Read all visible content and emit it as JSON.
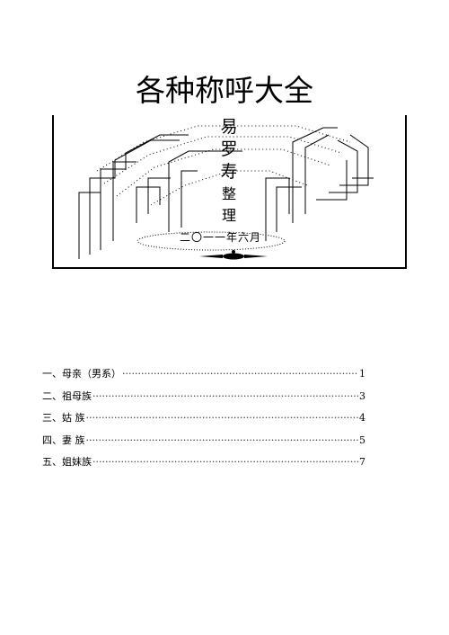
{
  "document": {
    "title": "各种称呼大全",
    "author_chars": [
      "易",
      "罗",
      "寿",
      "整",
      "理"
    ],
    "date": "二〇一一年六月"
  },
  "toc": [
    {
      "label": "一、母亲（男系）",
      "page": "1"
    },
    {
      "label": "二、祖母族",
      "page": "3"
    },
    {
      "label": "三、姑  族",
      "page": "4"
    },
    {
      "label": "四、妻  族",
      "page": "5"
    },
    {
      "label": "五、姐妹族",
      "page": "7"
    }
  ]
}
